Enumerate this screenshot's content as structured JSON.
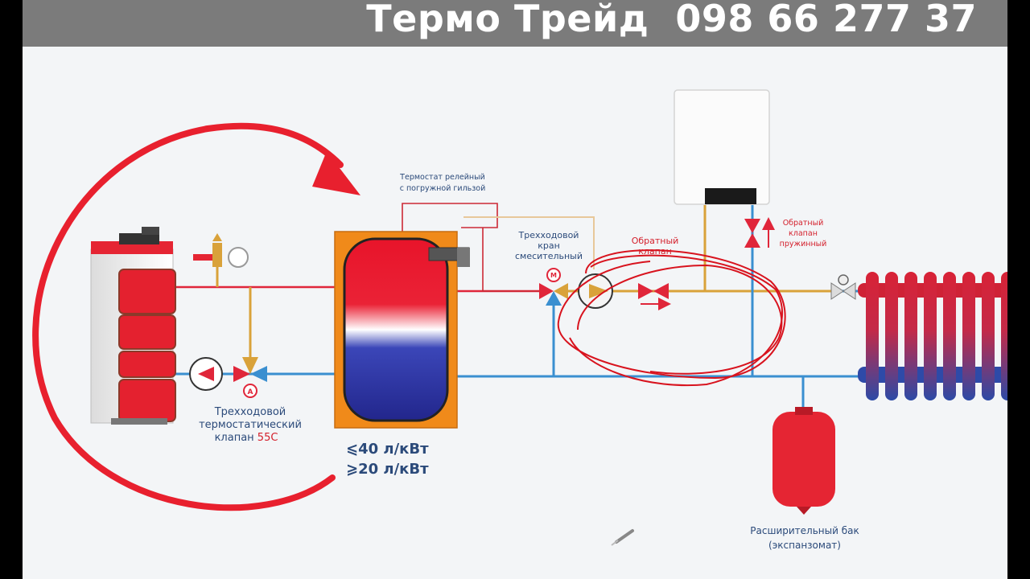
{
  "header": {
    "title": "Термо Трейд  098 66 277 37"
  },
  "labels": {
    "thermostat": [
      "Термостат релейный",
      "с погружной гильзой"
    ],
    "three_way_mixing_valve": [
      "Трехходовой",
      "кран",
      "смесительный"
    ],
    "check_valve": [
      "Обратный",
      "клапан"
    ],
    "spring_check_valve": [
      "Обратный",
      "клапан",
      "пружинный"
    ],
    "thermostatic_valve": [
      "Трехходовой",
      "термостатический",
      "клапан"
    ],
    "thermostatic_valve_temp": "55C",
    "volume_ratio_1": "⩽40 л/кВт",
    "volume_ratio_2": "⩾20 л/кВт",
    "expansion_tank": [
      "Расширительный бак",
      "(экспанзомат)"
    ],
    "valve_a_letter": "A",
    "valve_m_letter": "M"
  },
  "colors": {
    "header_bg": "#7b7b7b",
    "supply": "#e0263a",
    "return": "#3a8fd0",
    "mix": "#d9a23a",
    "thermostat_wire": "#cc2a36",
    "tank_shell": "#f08a1a",
    "annotation": "#d8131e",
    "label_blue": "#2b4a7a",
    "label_red": "#d4202c"
  }
}
